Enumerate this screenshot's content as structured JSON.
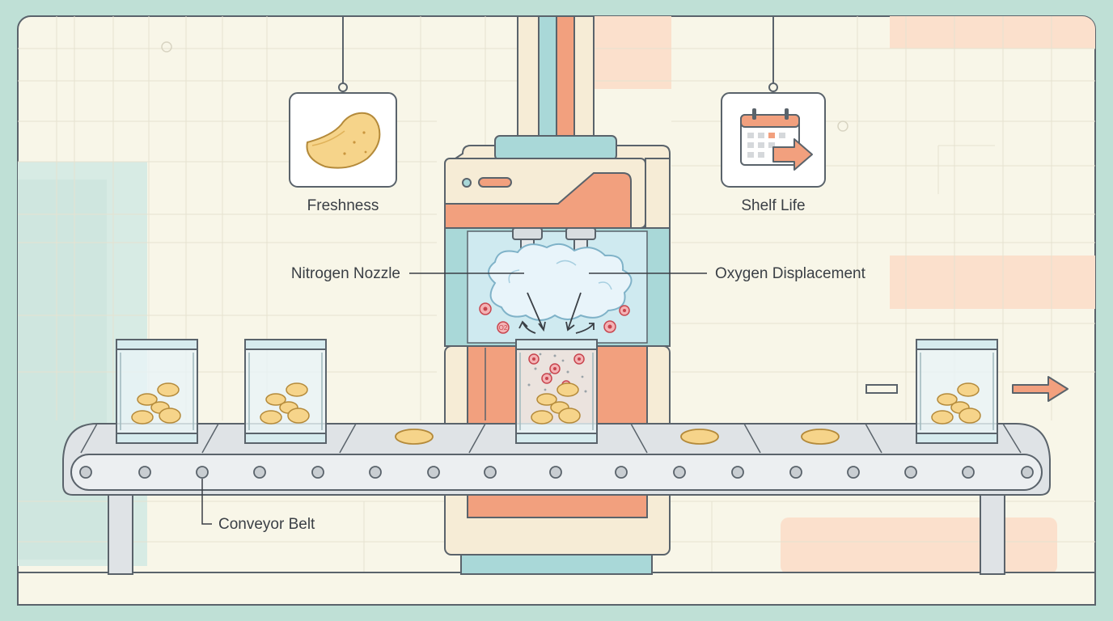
{
  "labels": {
    "freshness": "Freshness",
    "shelf_life": "Shelf Life",
    "nitrogen_nozzle": "Nitrogen Nozzle",
    "oxygen_displacement": "Oxygen Displacement",
    "conveyor_belt": "Conveyor Belt"
  },
  "molecule_symbol": "O2",
  "icons": {
    "freshness": "potato-chip-icon",
    "shelf_life": "calendar-arrow-icon",
    "exit": "arrow-right-icon"
  },
  "colors": {
    "background": "#bfe0d6",
    "panel": "#f8f6e8",
    "teal": "#a9d8d8",
    "orange": "#f2a07e",
    "cream": "#f6ecd6",
    "outline": "#5a636b",
    "chip": "#f6d48a",
    "oxygen": "#e05a63",
    "belt": "#dfe3e6"
  }
}
